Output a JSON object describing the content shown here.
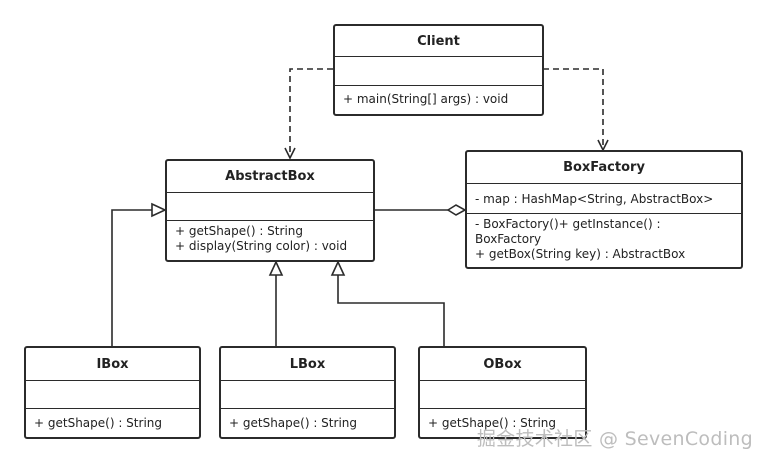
{
  "classes": {
    "client": {
      "name": "Client",
      "attributes": [],
      "operations": [
        "+ main(String[] args) : void"
      ]
    },
    "abstract_box": {
      "name": "AbstractBox",
      "attributes": [],
      "operations": [
        "+ getShape() : String",
        "+ display(String color) : void"
      ]
    },
    "box_factory": {
      "name": "BoxFactory",
      "attributes": [
        "- map : HashMap<String, AbstractBox>"
      ],
      "operations": [
        "- BoxFactory()+ getInstance() :",
        "BoxFactory",
        "+ getBox(String key) : AbstractBox"
      ]
    },
    "ibox": {
      "name": "IBox",
      "attributes": [],
      "operations": [
        "+ getShape() : String"
      ]
    },
    "lbox": {
      "name": "LBox",
      "attributes": [],
      "operations": [
        "+ getShape() : String"
      ]
    },
    "obox": {
      "name": "OBox",
      "attributes": [],
      "operations": [
        "+ getShape() : String"
      ]
    }
  },
  "relations": [
    {
      "type": "dependency",
      "from": "Client",
      "to": "AbstractBox"
    },
    {
      "type": "dependency",
      "from": "Client",
      "to": "BoxFactory"
    },
    {
      "type": "aggregation",
      "from": "BoxFactory",
      "to": "AbstractBox"
    },
    {
      "type": "generalization",
      "from": "IBox",
      "to": "AbstractBox"
    },
    {
      "type": "generalization",
      "from": "LBox",
      "to": "AbstractBox"
    },
    {
      "type": "generalization",
      "from": "OBox",
      "to": "AbstractBox"
    }
  ],
  "watermark": "掘金技术社区 @ SevenCoding",
  "colors": {
    "line": "#2b2b2b",
    "watermark": "#bdbdbd"
  }
}
